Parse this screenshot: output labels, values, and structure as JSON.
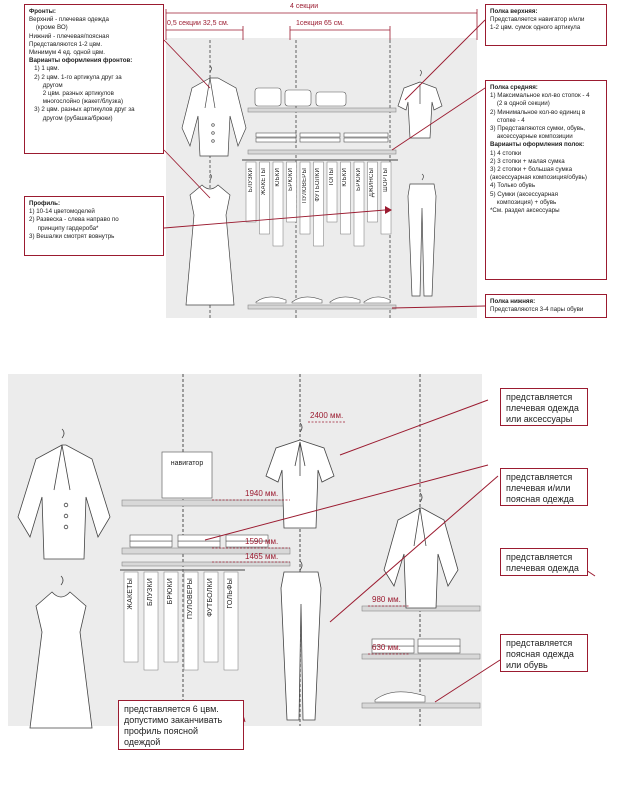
{
  "top_dims": {
    "total": "4 секции",
    "half_section": "0,5 секции 32,5 см.",
    "one_section": "1секция 65 см."
  },
  "fronts_box": {
    "heading": "Фронты:",
    "lines": [
      "Верхний - плечевая одежда",
      "    (кроме ВО)",
      "Нижний - плечевая/поясная",
      "Представляются 1-2 цвм.",
      "Минимум 4 ед. одной цвм."
    ],
    "variants_heading": "Варианты оформления фронтов:",
    "variants": [
      "   1) 1 цвм.",
      "   2) 2 цвм. 1-го артикула друг за",
      "        другом",
      "        2 цвм. разных артикулов",
      "        многослойно (жакет/блузка)",
      "   3) 2 цвм. разных артикулов друг за",
      "        другом (рубашка/брюки)"
    ]
  },
  "profile_box": {
    "heading": "Профиль:",
    "lines": [
      "1) 10-14 цветомоделей",
      "2) Развеска - слева направо по",
      "     принципу гардероба*",
      "3) Вешалки смотрят вовнутрь"
    ]
  },
  "top_shelf_box": {
    "heading": "Полка верхняя:",
    "lines": [
      "Представляется навигатор и/или",
      "1-2 цвм. сумок одного артикула"
    ]
  },
  "middle_shelf_box": {
    "heading": "Полка средняя:",
    "lines": [
      "1) Максимальное кол-во стопок - 4",
      "    (2 в одной секции)",
      "2) Минимальное кол-во единиц в",
      "    стопке - 4",
      "3) Представляются сумки, обувь,",
      "    аксессуарные композиции"
    ],
    "variants_heading": "Варианты оформления полок:",
    "variants": [
      "1) 4 стопки",
      "2) 3 стопки + малая сумка",
      "3) 2 стопки + большая сумка",
      "(аксессуарная композиция/обувь)",
      "4) Только обувь",
      "5) Сумки (аксессуарная",
      "    композиция) + обувь",
      "*См. раздел аксессуары"
    ]
  },
  "bottom_shelf_box": {
    "heading": "Полка нижняя:",
    "lines": [
      "Представляются 3-4 пары обуви"
    ]
  },
  "top_tags": [
    "БЛУЗКИ",
    "ЖАКЕТЫ",
    "ЮБКИ",
    "БРЮКИ",
    "ПУЛОВЕРЫ",
    "ФУТБОЛКИ",
    "ТОПЫ",
    "ЮБКИ",
    "БРЮКИ",
    "ДЖИНСЫ",
    "ШОРТЫ"
  ],
  "bottom_tags": [
    "ЖАКЕТЫ",
    "БЛУЗКИ",
    "БРЮКИ",
    "ПУЛОВЕРЫ",
    "ФУТБОЛКИ",
    "ГОЛЬФЫ"
  ],
  "navigator_label": "навигатор",
  "heights": [
    "2400 мм.",
    "1940 мм.",
    "1590 мм.",
    "1465 мм.",
    "980 мм.",
    "630 мм."
  ],
  "bottom_notes": {
    "note1": [
      "представляется",
      "плечевая одежда",
      "или аксессуары"
    ],
    "note2": [
      "представляется",
      "плечевая и/или",
      "поясная одежда"
    ],
    "note3": [
      "представляется",
      "плечевая одежда"
    ],
    "note4": [
      "представляется",
      "поясная одежда",
      "или обувь"
    ],
    "note5": [
      "представляется 6 цвм.",
      "допустимо заканчивать",
      "профиль поясной",
      "одеждой"
    ]
  }
}
